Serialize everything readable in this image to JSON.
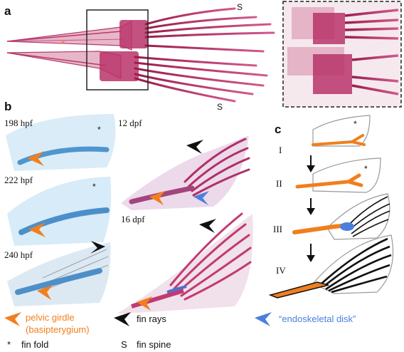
{
  "panels": {
    "a": {
      "letter": "a",
      "spine_top": "S",
      "spine_bottom": "S",
      "asterisk": "*"
    },
    "b": {
      "letter": "b",
      "stages": [
        "198 hpf",
        "222 hpf",
        "240 hpf",
        "12 dpf",
        "16 dpf"
      ],
      "asterisk": "*"
    },
    "c": {
      "letter": "c",
      "steps": [
        "I",
        "II",
        "III",
        "IV"
      ],
      "asterisk": "*"
    }
  },
  "legend": {
    "pelvic_girdle_line1": "pelvic girdle",
    "pelvic_girdle_line2": "(basipterygium)",
    "fin_rays": "fin rays",
    "endoskeletal_disk": "“endoskeletal disk”",
    "fin_fold_symbol": "*",
    "fin_fold": "fin fold",
    "fin_spine_symbol": "S",
    "fin_spine": "fin spine"
  },
  "colors": {
    "orange": "#f07f1e",
    "black": "#111111",
    "blue": "#4a7fe0",
    "stain_red": "#c8336e",
    "cartilage_blue": "#8fc3e6"
  },
  "icons": {
    "orange_arrow": "arrowhead-orange",
    "black_arrow": "arrowhead-black",
    "blue_arrow": "arrowhead-blue"
  }
}
